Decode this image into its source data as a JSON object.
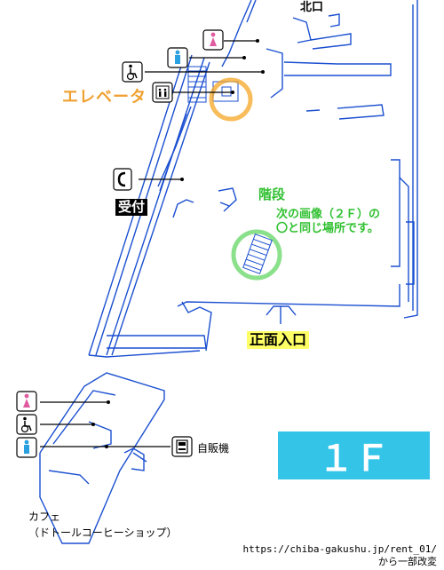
{
  "map": {
    "north_exit": "北口",
    "elevator": "エレベータ",
    "reception": "受付",
    "stairs": "階段",
    "stairs_note_line1": "次の画像（２Ｆ）の",
    "stairs_note_line2": "〇と同じ場所です。",
    "main_entrance": "正面入口",
    "vending_machine": "自販機",
    "cafe_line1": "カフェ",
    "cafe_line2": "（ドトールコーヒーショップ）",
    "floor": "１Ｆ",
    "source_line1": "https://chiba-gakushu.jp/rent_01/",
    "source_line2": "から一部改変"
  },
  "colors": {
    "wall": "#1a4fd0",
    "elevator_highlight": "#f5a623",
    "stairs_highlight": "#5ad35a",
    "floor_badge": "#33c4e8",
    "female_icon": "#e05aa0",
    "male_icon": "#2aa0e0",
    "entrance_label_bg": "#ffff66"
  },
  "icons": [
    "female-restroom-icon",
    "male-restroom-icon",
    "wheelchair-icon",
    "elevator-icon",
    "phone-icon",
    "vending-machine-icon"
  ]
}
